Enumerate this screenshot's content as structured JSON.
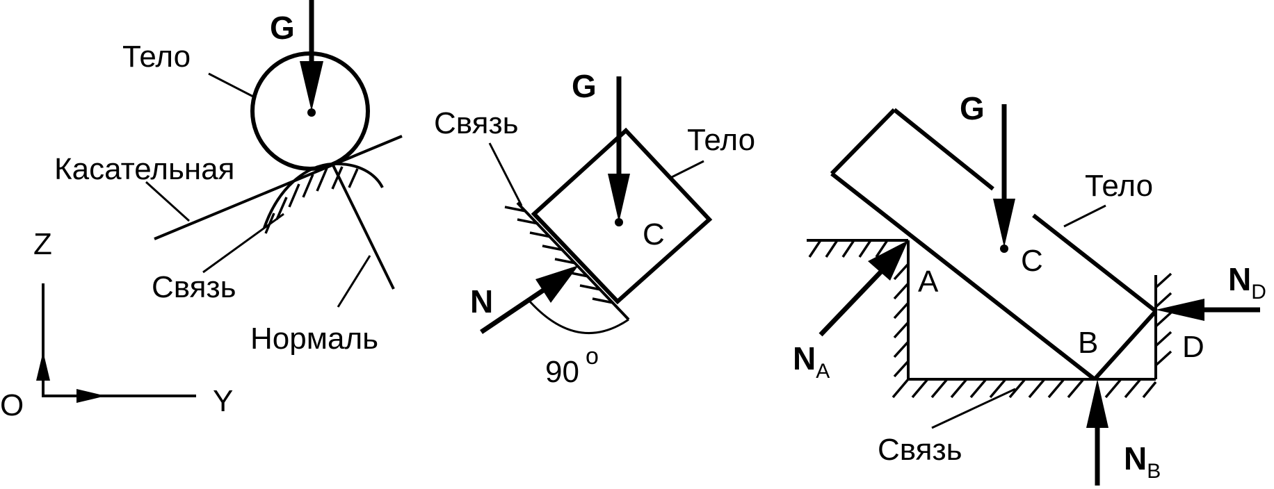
{
  "colors": {
    "ink": "#000000",
    "background": "#ffffff"
  },
  "diagram1": {
    "force_label": "G",
    "body_label": "Тело",
    "tangent_label": "Касательная",
    "constraint_label": "Связь",
    "normal_label": "Нормаль"
  },
  "axes": {
    "z_label": "Z",
    "y_label": "Y",
    "origin_label": "O"
  },
  "diagram2": {
    "force_label": "G",
    "constraint_label": "Связь",
    "body_label": "Тело",
    "center_label": "C",
    "reaction_label": "N",
    "angle_value": "90",
    "angle_superscript": "o"
  },
  "diagram3": {
    "force_label": "G",
    "body_label": "Тело",
    "center_label": "C",
    "point_a": "A",
    "point_b": "B",
    "point_d": "D",
    "reaction_a": "N",
    "reaction_a_sub": "A",
    "reaction_b": "N",
    "reaction_b_sub": "B",
    "reaction_d": "N",
    "reaction_d_sub": "D",
    "constraint_label": "Связь"
  }
}
